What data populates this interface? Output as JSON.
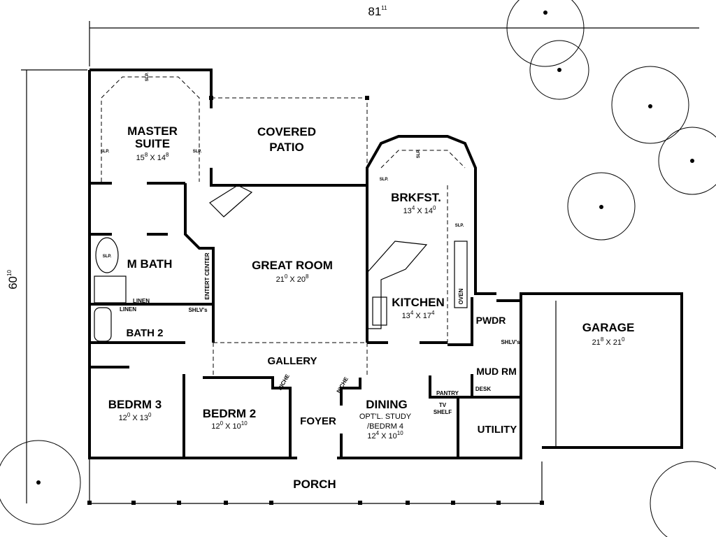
{
  "overall": {
    "width": {
      "ft": "81",
      "in": "11"
    },
    "depth": {
      "ft": "60",
      "in": "10"
    }
  },
  "rooms": {
    "master": {
      "line1": "MASTER",
      "line2": "SUITE",
      "a": "15",
      "a2": "8",
      "b": "14",
      "b2": "8"
    },
    "patio": {
      "line1": "COVERED",
      "line2": "PATIO"
    },
    "brkfst": {
      "name": "BRKFST.",
      "a": "13",
      "a2": "4",
      "b": "14",
      "b2": "0"
    },
    "great": {
      "name": "GREAT ROOM",
      "a": "21",
      "a2": "0",
      "b": "20",
      "b2": "8"
    },
    "mbath": {
      "name": "M BATH"
    },
    "kitchen": {
      "name": "KITCHEN",
      "a": "13",
      "a2": "4",
      "b": "17",
      "b2": "4"
    },
    "pwdr": {
      "name": "PWDR"
    },
    "garage": {
      "name": "GARAGE",
      "a": "21",
      "a2": "8",
      "b": "21",
      "b2": "0"
    },
    "bath2": {
      "name": "BATH 2"
    },
    "gallery": {
      "name": "GALLERY"
    },
    "bedrm3": {
      "name": "BEDRM 3",
      "a": "12",
      "a2": "0",
      "b": "13",
      "b2": "0"
    },
    "bedrm2": {
      "name": "BEDRM 2",
      "a": "12",
      "a2": "0",
      "b": "10",
      "b2": "10"
    },
    "foyer": {
      "name": "FOYER"
    },
    "dining": {
      "name": "DINING",
      "line2": "OPT'L. STUDY",
      "line3": "/BEDRM 4",
      "a": "12",
      "a2": "4",
      "b": "10",
      "b2": "10"
    },
    "mudrm": {
      "name": "MUD RM"
    },
    "utility": {
      "name": "UTILITY"
    },
    "porch": {
      "name": "PORCH"
    }
  },
  "fixtures": {
    "shlvs": "SHLV's",
    "linen": "LINEN",
    "entert": "ENTERT CENTER",
    "pantry": "PANTRY",
    "desk": "DESK",
    "tv1": "TV",
    "tv2": "SHELF",
    "oven": "OVEN",
    "niche": "NICHE",
    "slp": "SLP."
  }
}
